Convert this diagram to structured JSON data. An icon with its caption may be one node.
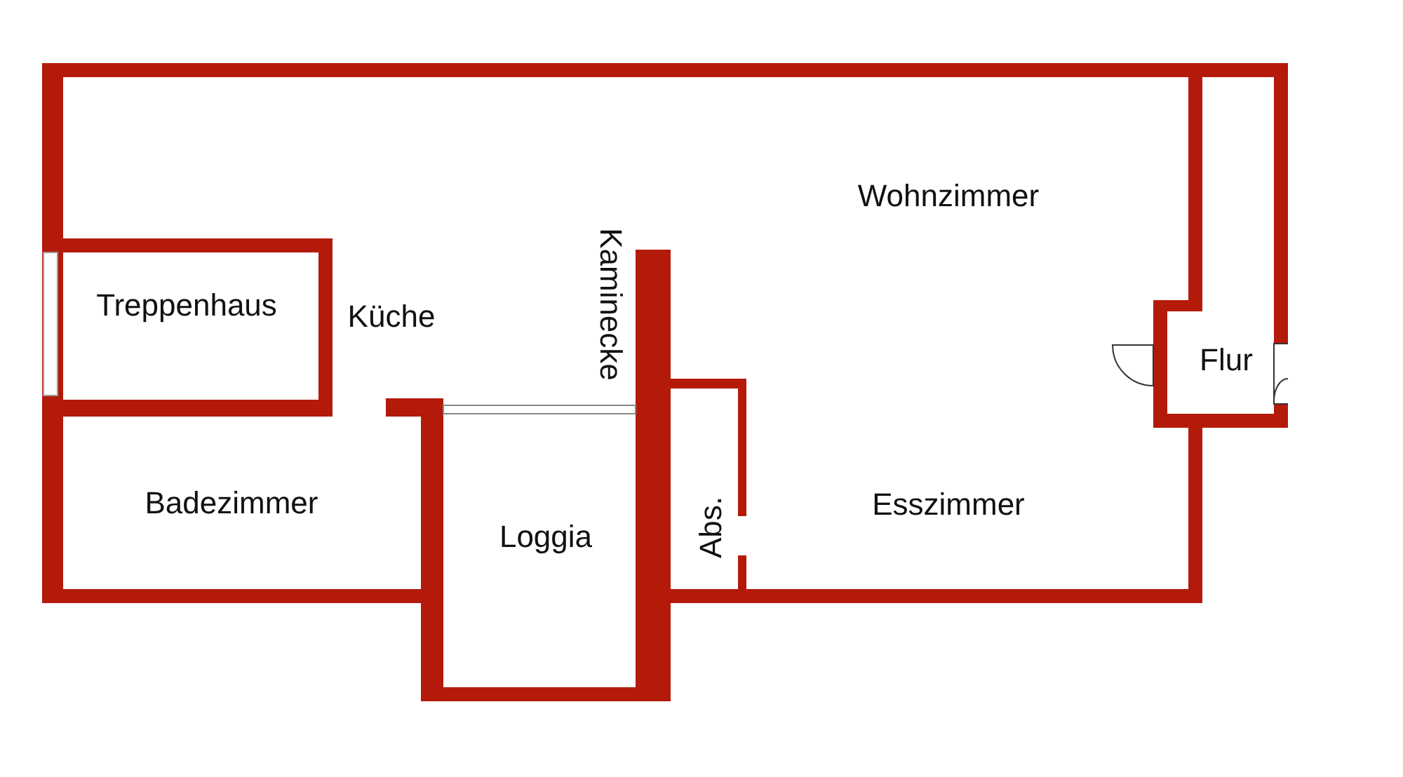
{
  "diagram": {
    "labels": [
      "Wohnzimmer",
      "Treppenhaus",
      "Küche",
      "Kaminecke",
      "Flur",
      "Badezimmer",
      "Loggia",
      "Abs.",
      "Esszimmer"
    ]
  }
}
